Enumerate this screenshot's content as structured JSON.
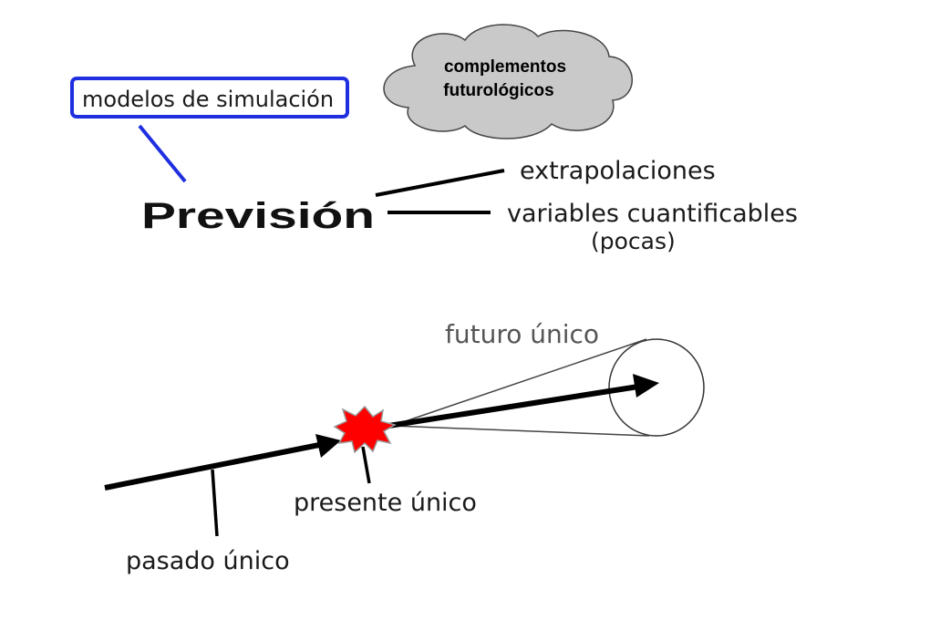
{
  "diagram": {
    "title": "Previsión",
    "simulation_box": "modelos de simulación",
    "cloud": {
      "line1": "complementos",
      "line2": "futurológicos"
    },
    "branches": {
      "extrapolations": "extrapolaciones",
      "variables": "variables cuantificables",
      "variables_note": "(pocas)"
    },
    "timeline": {
      "future": "futuro único",
      "present": "presente único",
      "past": "pasado único"
    },
    "colors": {
      "box_border": "#1f2fe0",
      "box_connector": "#1f2fe0",
      "cloud_fill": "#c9c9c9",
      "burst": "#ff0000",
      "line": "#000000",
      "future_text": "#555555"
    }
  }
}
